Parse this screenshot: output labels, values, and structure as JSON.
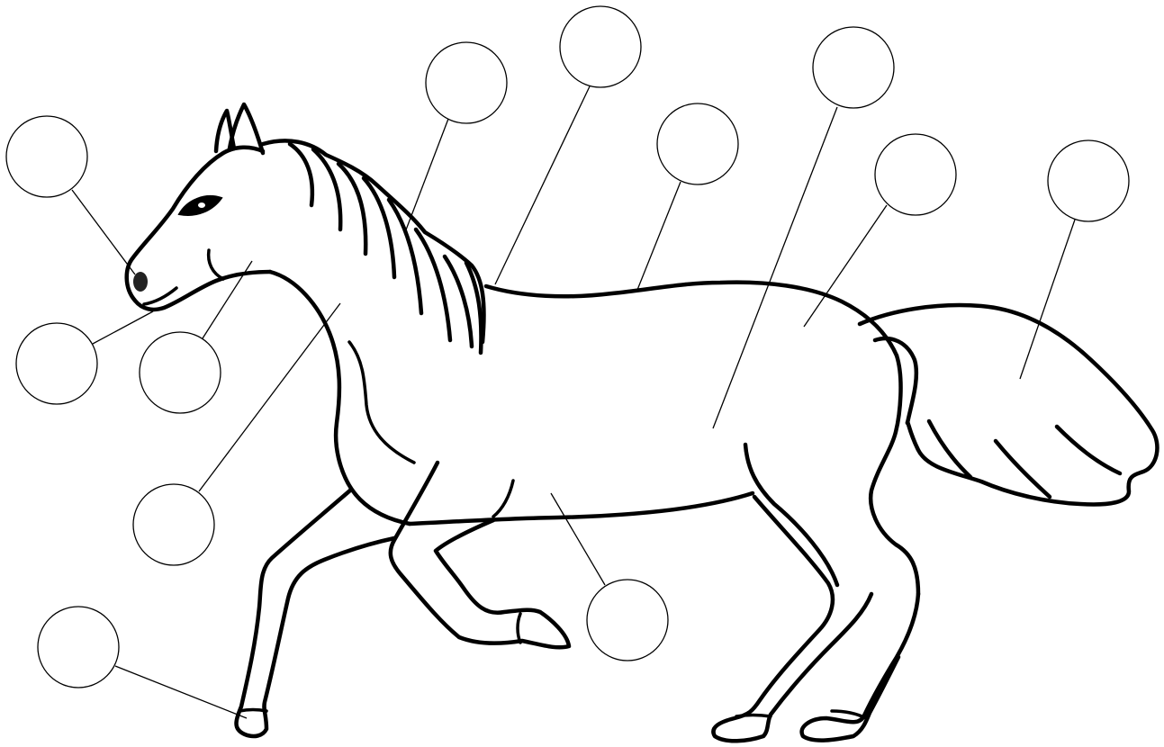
{
  "diagram": {
    "subject": "horse",
    "line_color": "#000000",
    "background_color": "#ffffff",
    "label_count": 12,
    "labels": [
      {
        "id": "nostril",
        "text": ""
      },
      {
        "id": "mouth",
        "text": ""
      },
      {
        "id": "cheek",
        "text": ""
      },
      {
        "id": "mane",
        "text": ""
      },
      {
        "id": "withers",
        "text": ""
      },
      {
        "id": "back",
        "text": ""
      },
      {
        "id": "barrel",
        "text": ""
      },
      {
        "id": "croup",
        "text": ""
      },
      {
        "id": "tail",
        "text": ""
      },
      {
        "id": "neck",
        "text": ""
      },
      {
        "id": "belly",
        "text": ""
      },
      {
        "id": "hoof",
        "text": ""
      }
    ]
  }
}
